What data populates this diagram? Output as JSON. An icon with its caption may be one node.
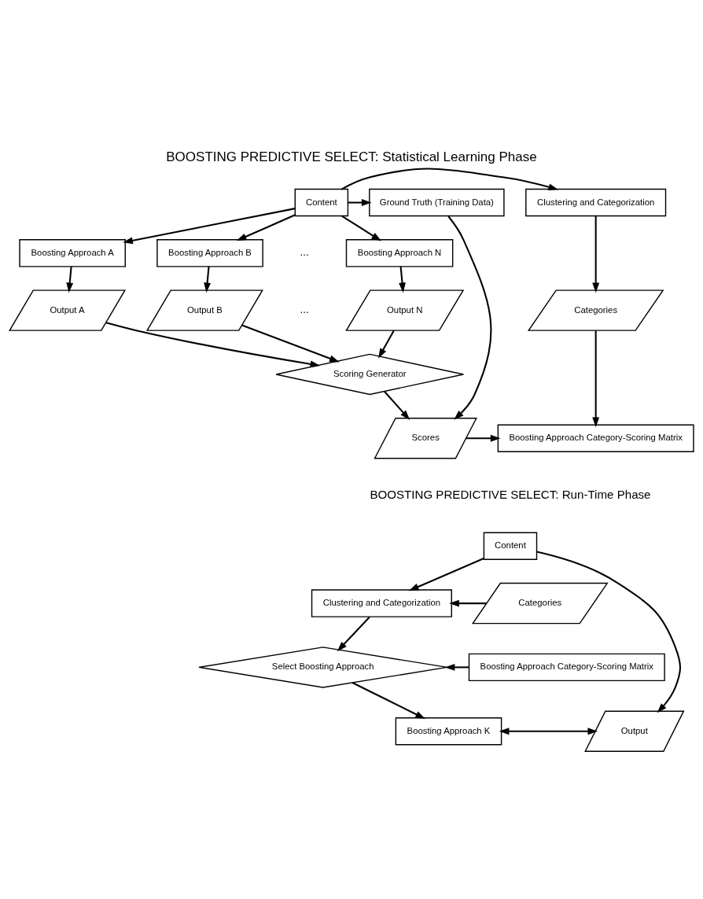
{
  "diagram": {
    "title": "BOOSTING PREDICTIVE SELECT: Statistical Learning Phase",
    "nodes": [
      {
        "text": [
          "Clustering and Categorization"
        ]
      },
      {
        "text": [
          "Content"
        ]
      },
      {
        "text": [
          "Ground Truth (Training Data)"
        ]
      },
      {
        "text": [
          "Boosting Approach A"
        ]
      },
      {
        "text": [
          "Boosting Approach B"
        ]
      },
      {
        "text": [
          "Boosting Approach N"
        ]
      },
      {
        "text": [
          "Output A"
        ]
      },
      {
        "text": [
          "Output B"
        ]
      },
      {
        "text": [
          "Output N"
        ]
      },
      {
        "text": [
          "Categories"
        ]
      },
      {
        "text": [
          "Scoring Generator"
        ]
      },
      {
        "text": [
          "Boosting Approach Category-Scoring Matrix"
        ]
      },
      {
        "text": [
          "Scores"
        ]
      },
      {
        "text": [
          "Content"
        ]
      },
      {
        "text": [
          "Categories"
        ]
      },
      {
        "text": [
          "Clustering and Categorization"
        ]
      },
      {
        "text": [
          "Boosting Approach Category-Scoring Matrix"
        ]
      },
      {
        "text": [
          "Select Boosting Approach"
        ]
      },
      {
        "text": [
          "Boosting Approach K"
        ]
      },
      {
        "text": [
          "Output"
        ]
      }
    ],
    "edges": [
      {
        "from": 1,
        "to": 0,
        "arrow": "to"
      },
      {
        "from": 1,
        "to": 2,
        "arrow": "to"
      },
      {
        "from": 1,
        "to": 3,
        "arrow": "to"
      },
      {
        "from": 1,
        "to": 4,
        "arrow": "to"
      },
      {
        "from": 1,
        "to": 5,
        "arrow": "to"
      },
      {
        "from": 3,
        "to": 6,
        "arrow": "to"
      },
      {
        "from": 4,
        "to": 7,
        "arrow": "to"
      },
      {
        "from": 5,
        "to": 8,
        "arrow": "to"
      },
      {
        "from": 6,
        "to": 10,
        "arrow": "to"
      },
      {
        "from": 7,
        "to": 10,
        "arrow": "to"
      },
      {
        "from": 8,
        "to": 10,
        "arrow": "to"
      },
      {
        "from": 0,
        "to": 9,
        "arrow": "to"
      },
      {
        "from": 9,
        "to": 11,
        "arrow": "to"
      },
      {
        "from": 10,
        "to": 12,
        "arrow": "to"
      },
      {
        "from": 2,
        "to": 12,
        "arrow": "to"
      },
      {
        "from": 12,
        "to": 11,
        "arrow": "to"
      },
      {
        "from": 13,
        "to": 15,
        "arrow": "to"
      },
      {
        "from": 13,
        "to": 19,
        "arrow": "to"
      },
      {
        "from": 14,
        "to": 15,
        "arrow": "to"
      },
      {
        "from": 15,
        "to": 17,
        "arrow": "to"
      },
      {
        "from": 16,
        "to": 17,
        "arrow": "to"
      },
      {
        "from": 17,
        "to": 18,
        "arrow": "to"
      },
      {
        "from": 18,
        "to": 19,
        "arrow": "both"
      }
    ],
    "labels": [
      "...",
      "...",
      "BOOSTING PREDICTIVE SELECT: Run-Time Phase"
    ]
  }
}
